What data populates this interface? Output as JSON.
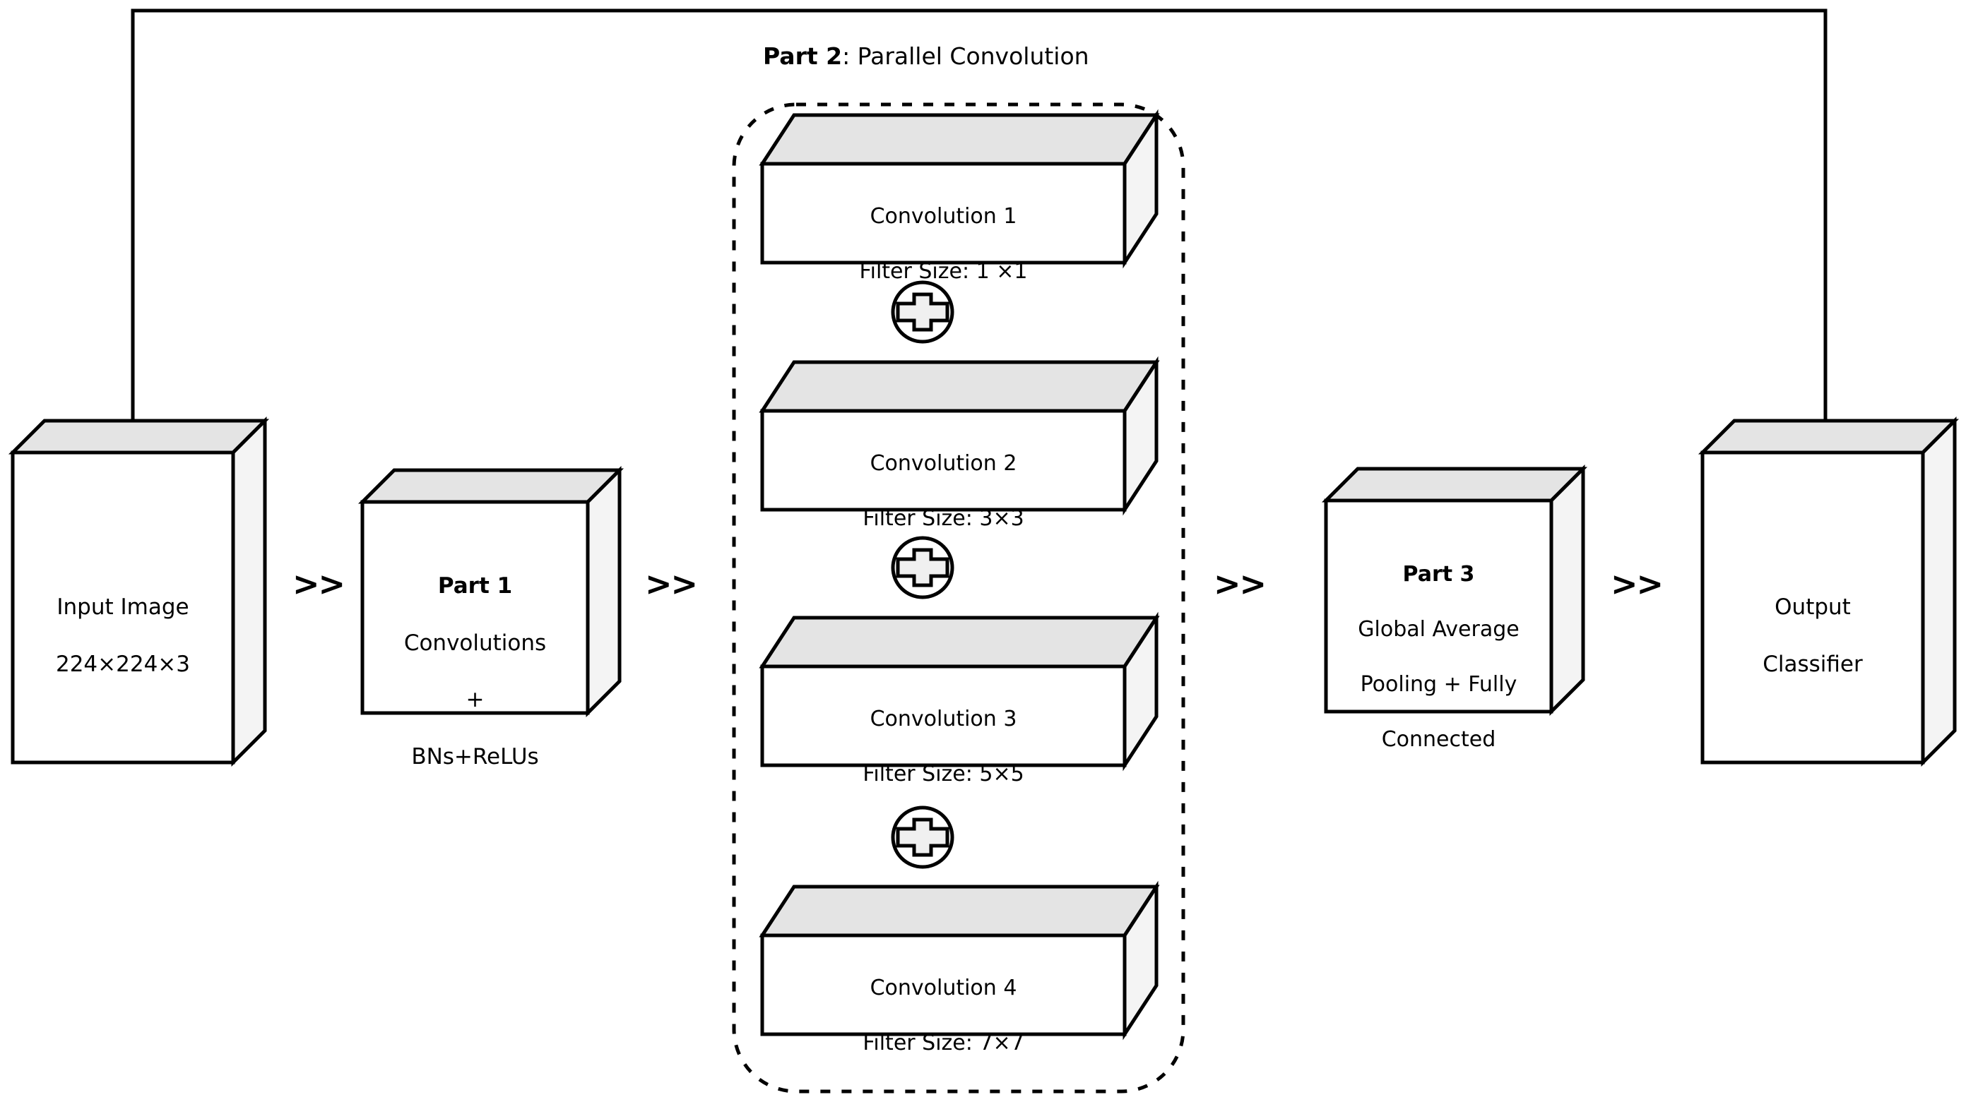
{
  "diagram": {
    "title": "Parallel Convolution CNN Architecture",
    "colors": {
      "stroke": "#000000",
      "top_face": "#E4E4E4",
      "side_face": "#F4F4F4",
      "front_face": "#FFFFFF",
      "background": "#FFFFFF"
    }
  },
  "part2_title": {
    "bold": "Part 2",
    "rest": ": Parallel Convolution"
  },
  "blocks": {
    "input_image": {
      "line1": "Input Image",
      "line2": "224×224×3"
    },
    "part1": {
      "bold": "Part 1",
      "line2": "Convolutions",
      "line3": "+",
      "line4": "BNs+ReLUs"
    },
    "part3": {
      "bold": "Part 3",
      "line2": "Global Average",
      "line3": "Pooling + Fully",
      "line4": "Connected"
    },
    "output": {
      "line1": "Output",
      "line2": "Classifier"
    }
  },
  "convolutions": [
    {
      "name": "Convolution 1",
      "filter": "Filter Size: 1 ×1"
    },
    {
      "name": "Convolution 2",
      "filter": "Filter Size: 3×3"
    },
    {
      "name": "Convolution 3",
      "filter": "Filter Size: 5×5"
    },
    {
      "name": "Convolution 4",
      "filter": "Filter Size: 7×7"
    }
  ],
  "adders": [
    {
      "symbol": "⊕",
      "name": "add-1"
    },
    {
      "symbol": "⊕",
      "name": "add-2"
    },
    {
      "symbol": "⊕",
      "name": "add-3"
    }
  ],
  "connectors": [
    {
      "symbol": ">>",
      "name": "input-to-part1"
    },
    {
      "symbol": ">>",
      "name": "part1-to-part2"
    },
    {
      "symbol": ">>",
      "name": "part2-to-part3"
    },
    {
      "symbol": ">>",
      "name": "part3-to-output"
    }
  ],
  "skip_connection": {
    "name": "skip-connection-arrow",
    "from": "Input Image",
    "to": "Output Classifier"
  }
}
